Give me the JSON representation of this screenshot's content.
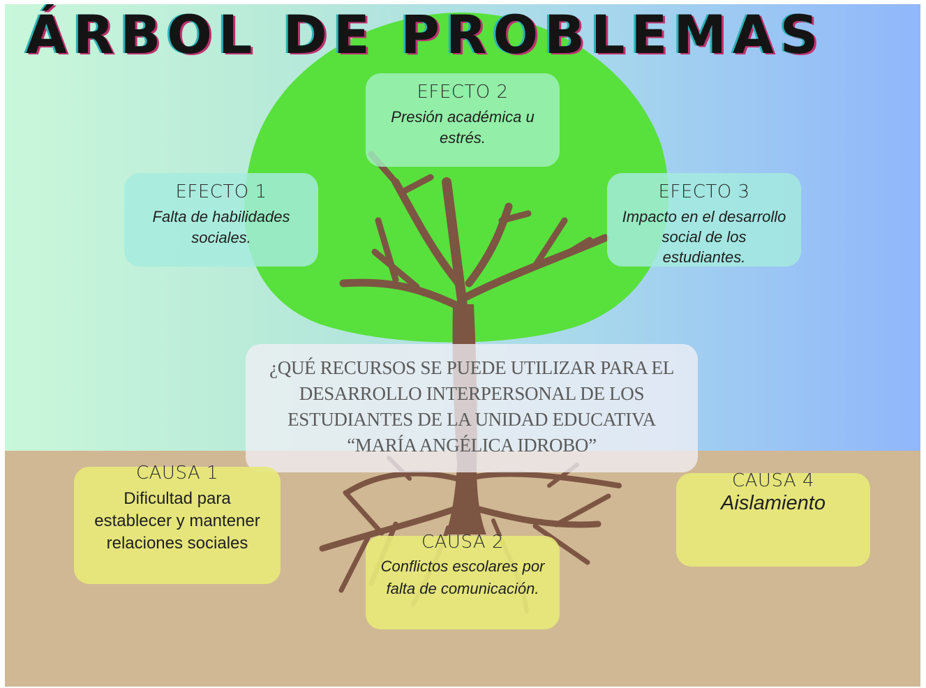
{
  "title": "ÁRBOL DE PROBLEMAS",
  "effects": [
    {
      "heading": "EFECTO 1",
      "text": "Falta de habilidades sociales."
    },
    {
      "heading": "EFECTO 2",
      "text": "Presión académica u estrés."
    },
    {
      "heading": "EFECTO 3",
      "text": "Impacto en el desarrollo social de los estudiantes."
    }
  ],
  "problem": "¿QUÉ RECURSOS SE PUEDE UTILIZAR PARA EL DESARROLLO INTERPERSONAL DE LOS ESTUDIANTES DE LA UNIDAD EDUCATIVA “MARÍA ANGÉLICA IDROBO”",
  "causes": [
    {
      "heading": "CAUSA 1",
      "text": "Dificultad para establecer y mantener relaciones sociales"
    },
    {
      "heading": "CAUSA 2",
      "text": "Conflictos escolares por falta de comunicación."
    },
    {
      "heading": "CAUSA 4",
      "text": "Aislamiento"
    }
  ],
  "colors": {
    "sky_left": "#c9f7da",
    "sky_right": "#90b7fb",
    "ground": "#d0b894",
    "canopy": "#58e03c",
    "trunk": "#7d5543",
    "effect_box": "#a0f0be",
    "cause_box": "#e6e87a",
    "problem_box": "#f0eef5"
  }
}
